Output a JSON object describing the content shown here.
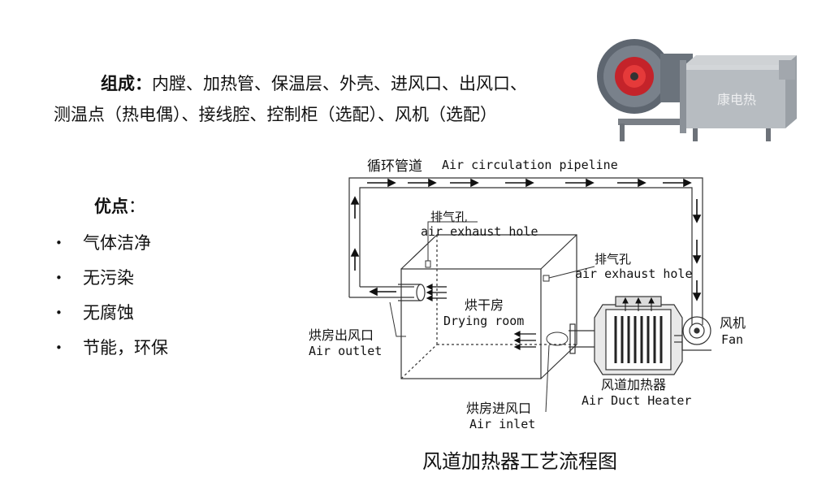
{
  "composition": {
    "label": "组成",
    "colon": "：",
    "line1": "内膛、加热管、保温层、外壳、进风口、出风口、",
    "line2": "测温点（热电偶）、接线腔、控制柜（选配）、风机（选配）"
  },
  "advantages": {
    "title": "优点",
    "colon": "：",
    "bullet": "•",
    "items": [
      "气体洁净",
      "无污染",
      "无腐蚀",
      "节能，环保"
    ]
  },
  "photo": {
    "watermark": "康电热"
  },
  "diagram": {
    "pipeline_cn": "循环管道",
    "pipeline_en": "Air circulation pipeline",
    "exhaust1_cn": "排气孔",
    "exhaust1_en": "air exhaust hole",
    "exhaust2_cn": "排气孔",
    "exhaust2_en": "air exhaust hole",
    "room_cn": "烘干房",
    "room_en": "Drying room",
    "outlet_cn": "烘房出风口",
    "outlet_en": "Air outlet",
    "inlet_cn": "烘房进风口",
    "inlet_en": "Air inlet",
    "heater_cn": "风道加热器",
    "heater_en": "Air Duct Heater",
    "fan_cn": "风机",
    "fan_en": "Fan"
  },
  "caption": "风道加热器工艺流程图"
}
